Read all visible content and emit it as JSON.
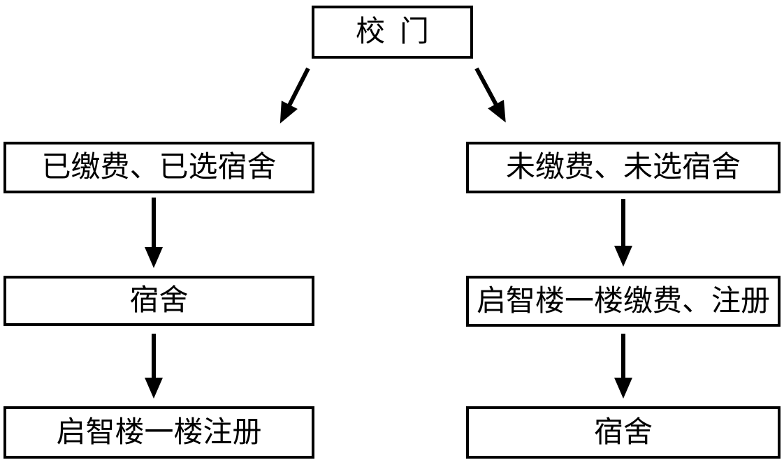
{
  "colors": {
    "border": "#000000",
    "background": "#ffffff",
    "text": "#000000",
    "arrow": "#000000"
  },
  "flowchart": {
    "root": {
      "label": "校门"
    },
    "branches": {
      "left": {
        "steps": [
          {
            "label": "已缴费、已选宿舍"
          },
          {
            "label": "宿舍"
          },
          {
            "label": "启智楼一楼注册"
          }
        ]
      },
      "right": {
        "steps": [
          {
            "label": "未缴费、未选宿舍"
          },
          {
            "label": "启智楼一楼缴费、注册"
          },
          {
            "label": "宿舍"
          }
        ]
      }
    },
    "edges": [
      {
        "from": "校门",
        "to": "已缴费、已选宿舍"
      },
      {
        "from": "校门",
        "to": "未缴费、未选宿舍"
      },
      {
        "from": "已缴费、已选宿舍",
        "to": "宿舍"
      },
      {
        "from": "宿舍",
        "to": "启智楼一楼注册"
      },
      {
        "from": "未缴费、未选宿舍",
        "to": "启智楼一楼缴费、注册"
      },
      {
        "from": "启智楼一楼缴费、注册",
        "to": "宿舍"
      }
    ]
  }
}
